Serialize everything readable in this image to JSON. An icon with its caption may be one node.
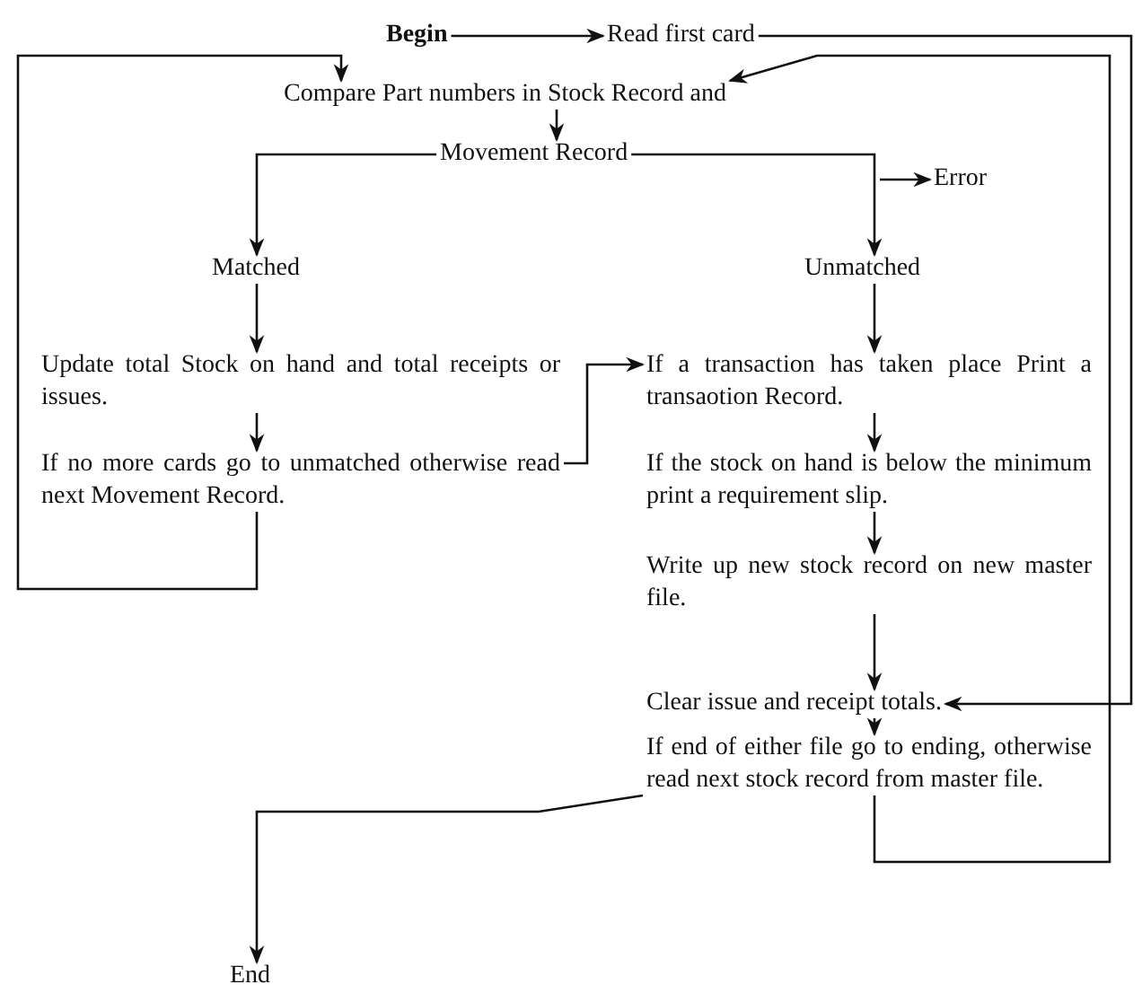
{
  "diagram": {
    "nodes": [
      {
        "text": [
          "Begin"
        ]
      },
      {
        "text": [
          "Read first card"
        ]
      },
      {
        "text": [
          "Compare Part numbers in Stock Record and"
        ]
      },
      {
        "text": [
          "Movement Record"
        ]
      },
      {
        "text": [
          "Error"
        ]
      },
      {
        "text": [
          "Matched"
        ]
      },
      {
        "text": [
          "Unmatched"
        ]
      },
      {
        "text": [
          "Update total Stock on hand and total receipts or issues."
        ]
      },
      {
        "text": [
          "If no more cards go to unmatched otherwise read next Movement Record."
        ]
      },
      {
        "text": [
          "If a transaction has taken place Print a transaotion Record."
        ]
      },
      {
        "text": [
          "If the stock on hand is below the minimum print a requirement slip."
        ]
      },
      {
        "text": [
          "Write up new stock record on new master file."
        ]
      },
      {
        "text": [
          "Clear issue and receipt totals."
        ]
      },
      {
        "text": [
          "If end of either file go to ending, otherwise read next stock record from master file."
        ]
      },
      {
        "text": [
          "End"
        ]
      }
    ],
    "edges": [
      {
        "from": 0,
        "to": 1,
        "arrow": "to"
      },
      {
        "from": 1,
        "to": 12,
        "arrow": "to"
      },
      {
        "from": 13,
        "to": 2,
        "arrow": "to"
      },
      {
        "from": 8,
        "to": 2,
        "arrow": "to"
      },
      {
        "from": 2,
        "to": 3,
        "arrow": "to"
      },
      {
        "from": 3,
        "to": 5,
        "arrow": "to"
      },
      {
        "from": 3,
        "to": 6,
        "arrow": "to"
      },
      {
        "from": null,
        "to": 4,
        "arrow": "to"
      },
      {
        "from": 5,
        "to": 7,
        "arrow": "to"
      },
      {
        "from": 7,
        "to": 8,
        "arrow": "to"
      },
      {
        "from": 8,
        "to": 9,
        "arrow": "to"
      },
      {
        "from": 6,
        "to": 9,
        "arrow": "to"
      },
      {
        "from": 9,
        "to": 10,
        "arrow": "to"
      },
      {
        "from": 10,
        "to": 11,
        "arrow": "to"
      },
      {
        "from": 11,
        "to": 12,
        "arrow": "to"
      },
      {
        "from": 12,
        "to": 13,
        "arrow": "to"
      },
      {
        "from": 13,
        "to": 14,
        "arrow": "to"
      }
    ]
  }
}
